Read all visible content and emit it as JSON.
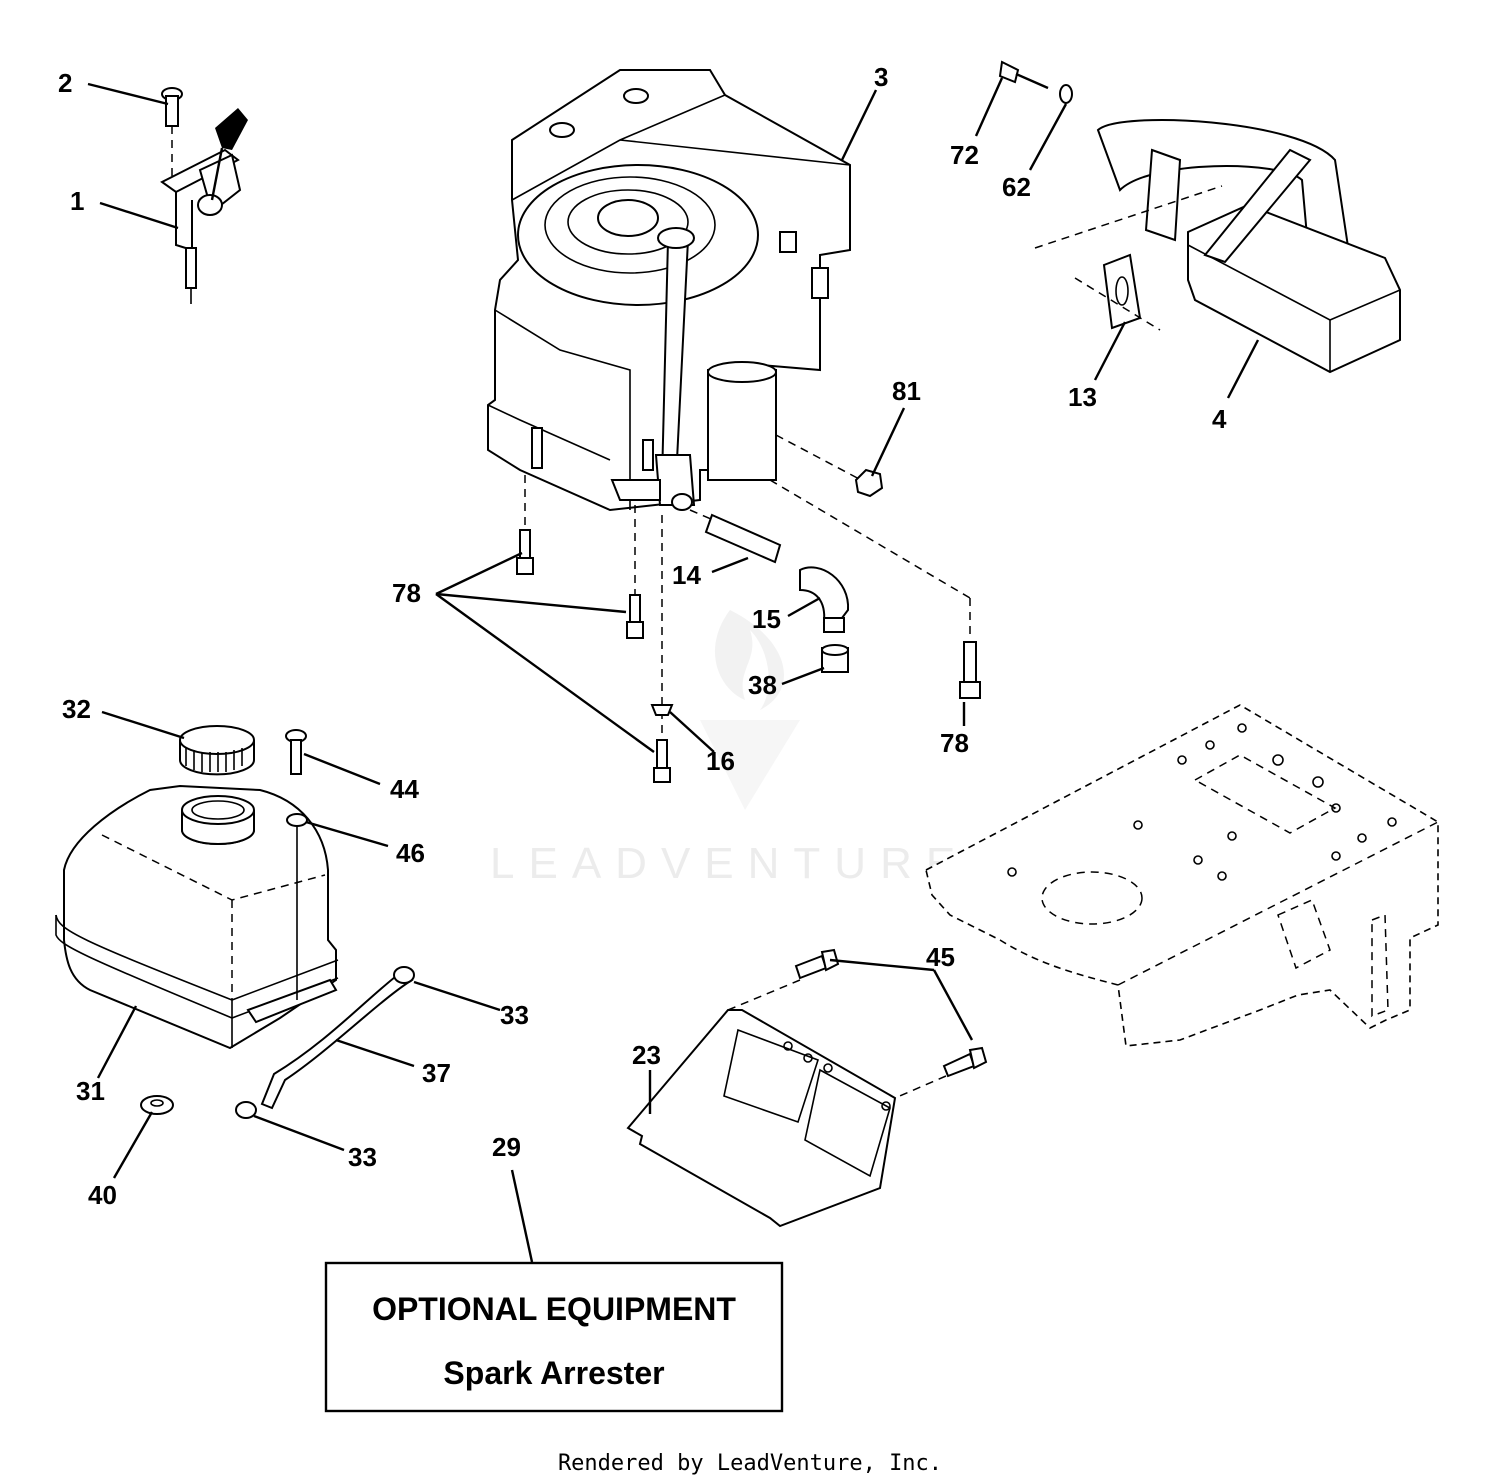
{
  "watermark": {
    "text": "LEADVENTURE"
  },
  "callouts": {
    "c1": "1",
    "c2": "2",
    "c3": "3",
    "c4": "4",
    "c13": "13",
    "c14": "14",
    "c15": "15",
    "c16": "16",
    "c23": "23",
    "c29": "29",
    "c31": "31",
    "c32": "32",
    "c33a": "33",
    "c33b": "33",
    "c37": "37",
    "c38": "38",
    "c40": "40",
    "c44": "44",
    "c45": "45",
    "c46": "46",
    "c62": "62",
    "c72": "72",
    "c78a": "78",
    "c78b": "78",
    "c81": "81"
  },
  "optional_box": {
    "title": "OPTIONAL EQUIPMENT",
    "subtitle": "Spark Arrester"
  },
  "footer": {
    "credit": "Rendered by LeadVenture, Inc."
  }
}
